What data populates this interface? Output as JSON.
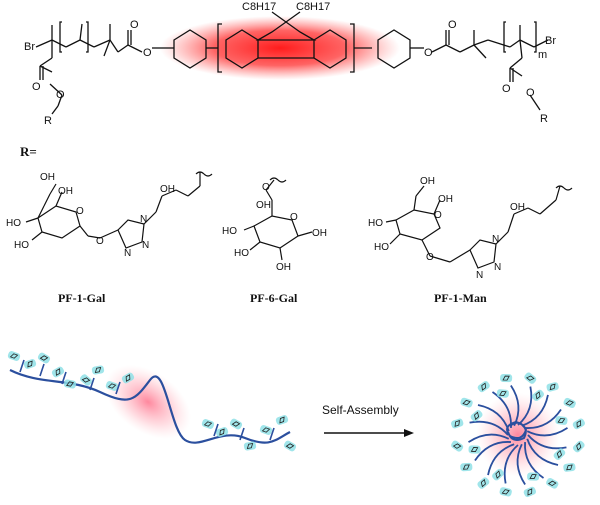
{
  "polymer": {
    "br_left": "Br",
    "br_right": "Br",
    "repeat_m": "m",
    "r_left": "R",
    "r_right": "R",
    "c8h17_left": "C8H17",
    "c8h17_right": "C8H17",
    "ester_o": "O"
  },
  "r_section": {
    "label": "R="
  },
  "sugars": [
    {
      "name": "PF-1-Gal",
      "oh_labels": [
        "OH",
        "OH",
        "HO",
        "HO",
        "OH"
      ],
      "ring_o": "O",
      "linker_o": "O",
      "triazole_n": [
        "N",
        "N",
        "N"
      ]
    },
    {
      "name": "PF-6-Gal",
      "oh_labels": [
        "OH",
        "HO",
        "HO",
        "OH",
        "OH"
      ],
      "ring_o": "O",
      "linker_o": "O"
    },
    {
      "name": "PF-1-Man",
      "oh_labels": [
        "OH",
        "HO",
        "HO",
        "OH",
        "OH"
      ],
      "ring_o": "O",
      "linker_o": "O",
      "triazole_n": [
        "N",
        "N",
        "N"
      ]
    }
  ],
  "assembly": {
    "arrow_label": "Self-Assembly"
  },
  "colors": {
    "glow": "#ff2a2a",
    "chain": "#2b4f9e",
    "sugar_fill": "#8fe0e6",
    "bond": "#111111"
  }
}
